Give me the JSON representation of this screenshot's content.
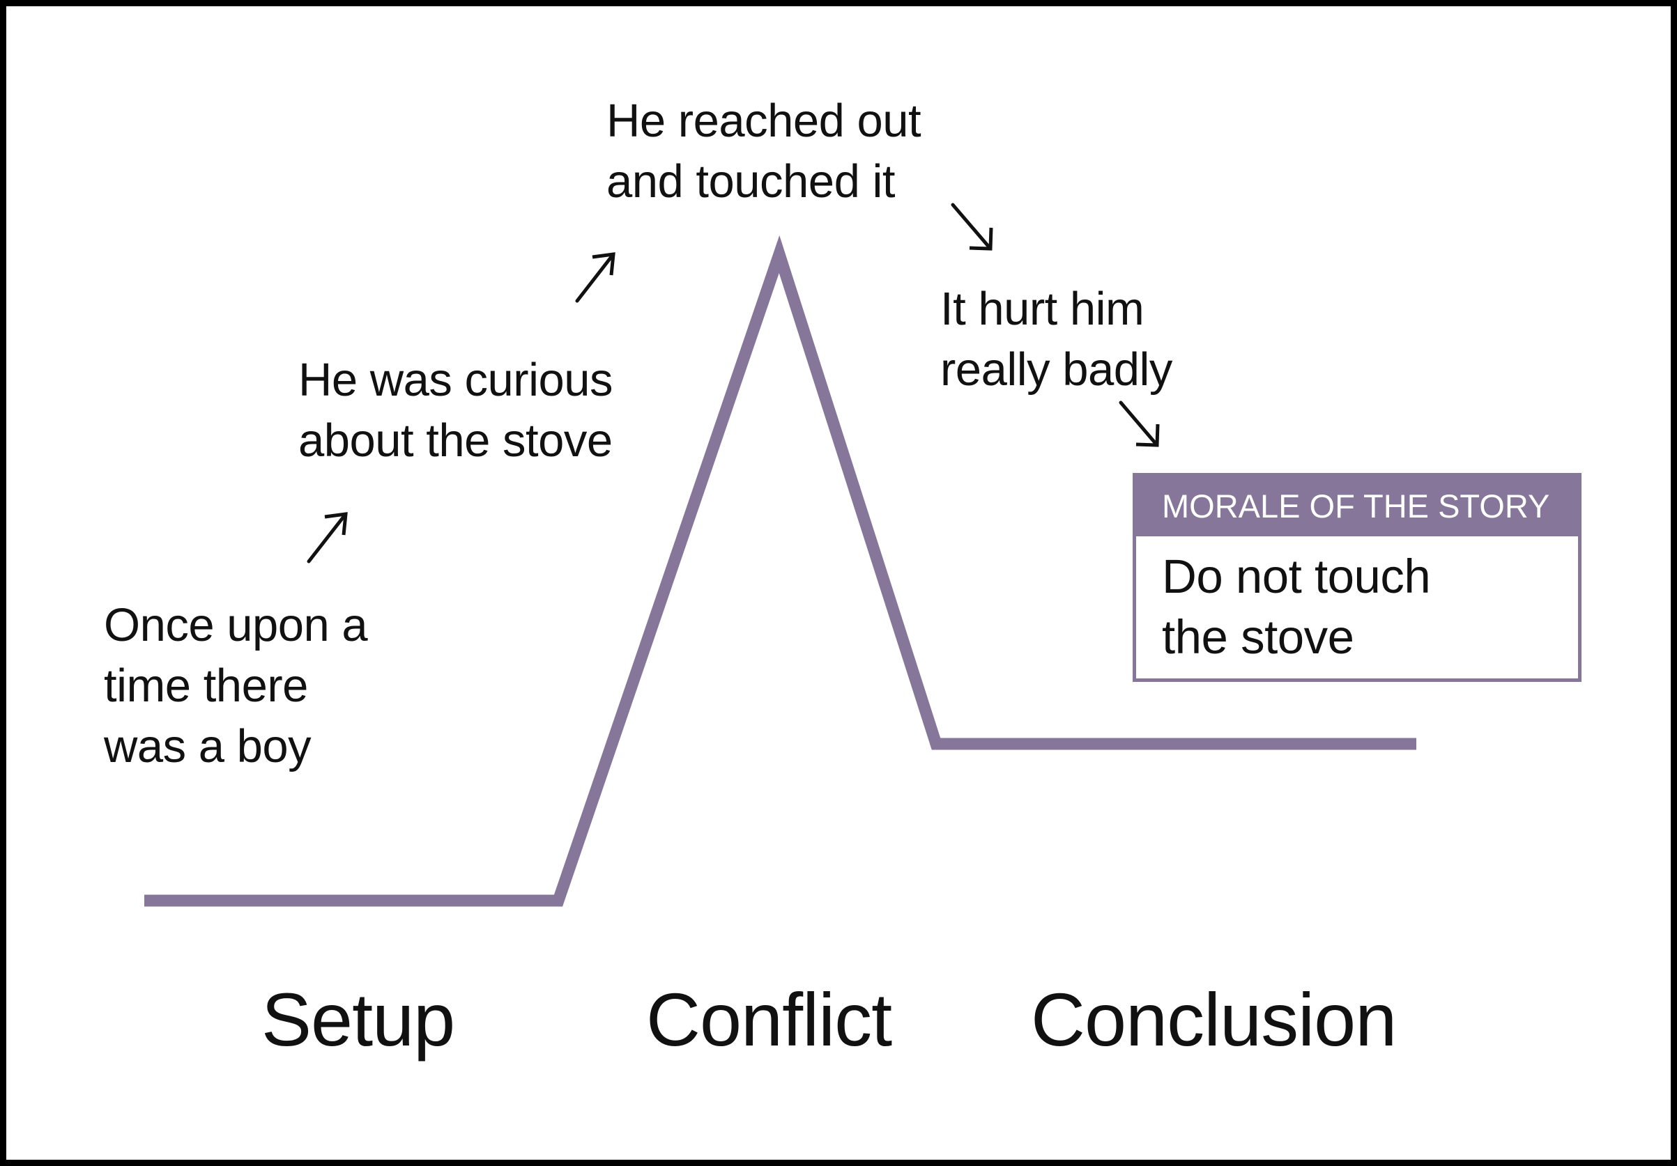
{
  "colors": {
    "arc": "#85769a",
    "text": "#111111",
    "border": "#000000",
    "box_header_text": "#ffffff"
  },
  "notes": {
    "setup": [
      "Once upon a",
      "time there",
      "was a boy"
    ],
    "curious": [
      "He was curious",
      "about the stove"
    ],
    "climax": [
      "He reached out",
      "and touched it"
    ],
    "consequence": [
      "It hurt him",
      "really badly"
    ]
  },
  "moral": {
    "title": "MORALE OF THE STORY",
    "lines": [
      "Do not touch",
      "the stove"
    ]
  },
  "phases": {
    "setup": "Setup",
    "conflict": "Conflict",
    "conclusion": "Conclusion"
  },
  "icons": [
    "arrow-up-right-icon",
    "arrow-up-right-icon",
    "arrow-down-right-icon",
    "arrow-down-right-icon"
  ]
}
